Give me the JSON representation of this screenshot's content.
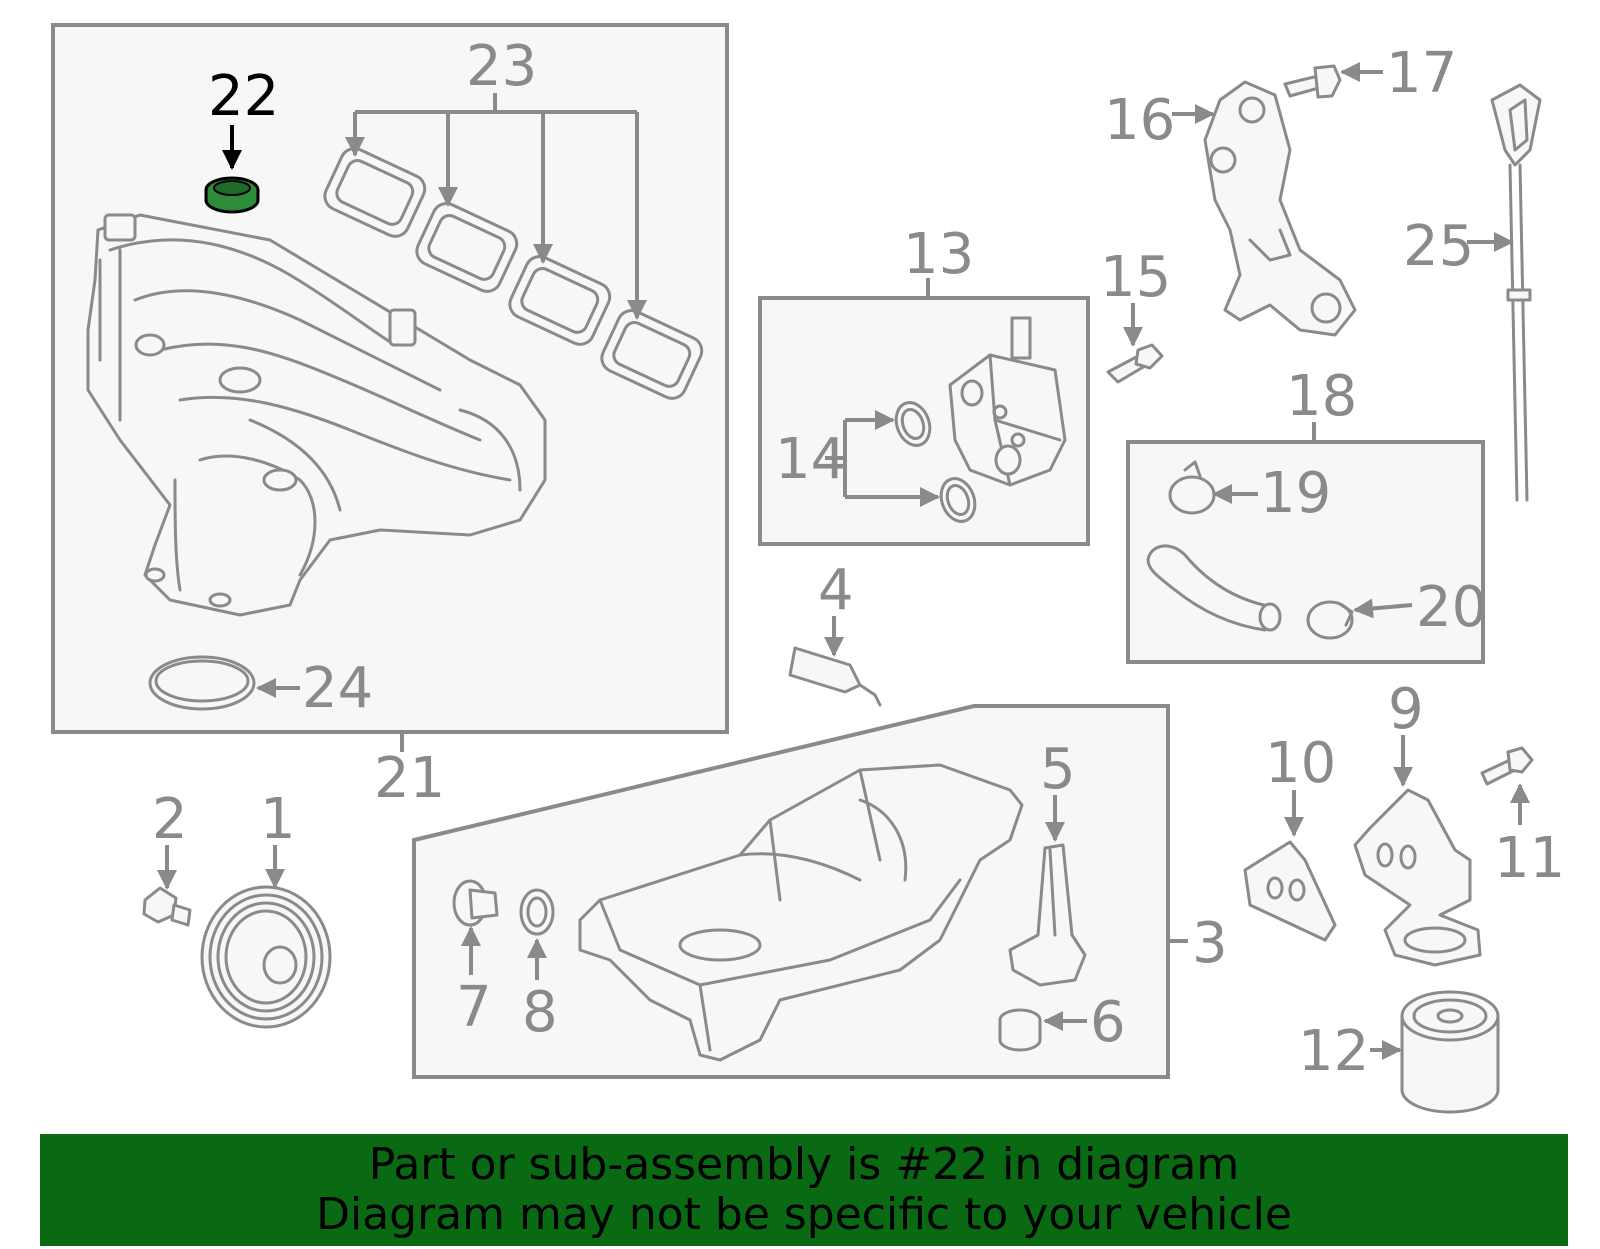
{
  "highlighted_part": "22",
  "callouts": {
    "c1": "1",
    "c2": "2",
    "c3": "3",
    "c4": "4",
    "c5": "5",
    "c6": "6",
    "c7": "7",
    "c8": "8",
    "c9": "9",
    "c10": "10",
    "c11": "11",
    "c12": "12",
    "c13": "13",
    "c14": "14",
    "c15": "15",
    "c16": "16",
    "c17": "17",
    "c18": "18",
    "c19": "19",
    "c20": "20",
    "c21": "21",
    "c22": "22",
    "c23": "23",
    "c24": "24",
    "c25": "25"
  },
  "banner": {
    "line1": "Part or sub-assembly is #22 in diagram",
    "line2": "Diagram may not be specific to your vehicle"
  },
  "colors": {
    "line_art": "#8a8a8a",
    "highlight_part": "#2e8b3a",
    "highlight_text": "#000000",
    "banner_bg": "#0a6a14",
    "banner_text": "#000000",
    "box_fill": "#f7f7f7"
  }
}
